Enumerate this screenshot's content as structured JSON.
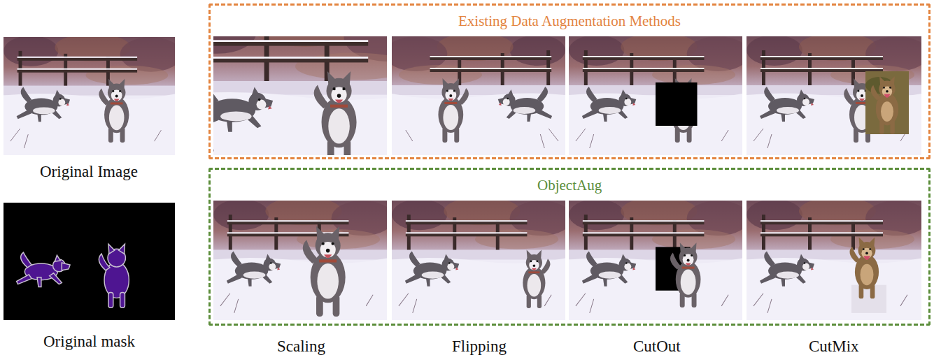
{
  "diagram": {
    "nodes": [
      {
        "text": [
          "Existing Data Augmentation Methods"
        ]
      },
      {
        "text": [
          "ObjectAug"
        ]
      }
    ],
    "labels": [
      "Original Image",
      "Original mask",
      "Scaling",
      "Flipping",
      "CutOut",
      "CutMix"
    ]
  }
}
